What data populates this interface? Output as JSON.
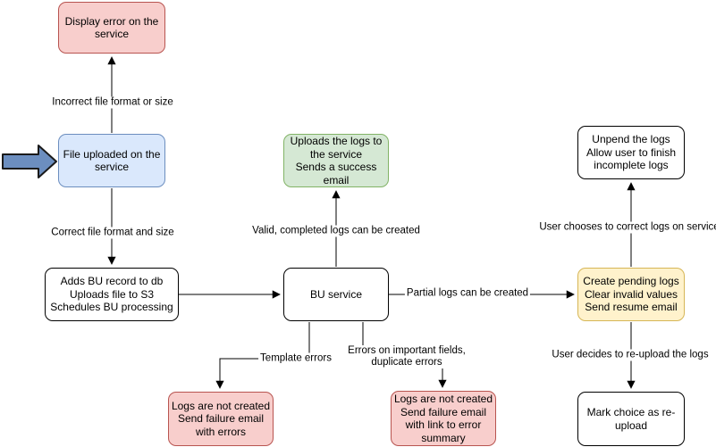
{
  "colors": {
    "error_fill": "#F8CECC",
    "error_stroke": "#B85450",
    "input_fill": "#DAE8FC",
    "input_stroke": "#6C8EBF",
    "success_fill": "#D5E8D4",
    "success_stroke": "#82B366",
    "pending_fill": "#FFF2CC",
    "pending_stroke": "#D6B656",
    "plain_fill": "#FFFFFF",
    "plain_stroke": "#000000",
    "pointer_arrow_fill": "#6C8EBF",
    "connector_stroke": "#000000"
  },
  "nodes": {
    "display_error": {
      "label": "Display error on the\nservice"
    },
    "file_uploaded": {
      "label": "File uploaded on the\nservice"
    },
    "process_upload": {
      "label": "Adds BU record to db\nUploads file to S3\nSchedules BU processing"
    },
    "bu_service": {
      "label": "BU service"
    },
    "success": {
      "label": "Uploads the logs to\nthe service\nSends a success\nemail"
    },
    "unpend": {
      "label": "Unpend the logs\nAllow user to finish\nincomplete logs"
    },
    "pending": {
      "label": "Create pending logs\nClear invalid values\nSend resume email"
    },
    "fail_template": {
      "label": "Logs are not created\nSend failure email\nwith errors"
    },
    "fail_fields": {
      "label": "Logs are not created\nSend failure email\nwith link to error\nsummary"
    },
    "mark_reupload": {
      "label": "Mark choice as re-\nupload"
    }
  },
  "edges": {
    "incorrect_format": {
      "label": "Incorrect file format or size"
    },
    "correct_format": {
      "label": "Correct file format and size"
    },
    "valid_logs": {
      "label": "Valid, completed logs can be created"
    },
    "partial_logs": {
      "label": "Partial logs can be created"
    },
    "template_errors": {
      "label": "Template errors"
    },
    "field_errors": {
      "label": "Errors on important fields,\nduplicate errors"
    },
    "user_corrects": {
      "label": "User chooses to correct logs on service"
    },
    "user_reuploads": {
      "label": "User decides to re-upload the logs"
    }
  }
}
